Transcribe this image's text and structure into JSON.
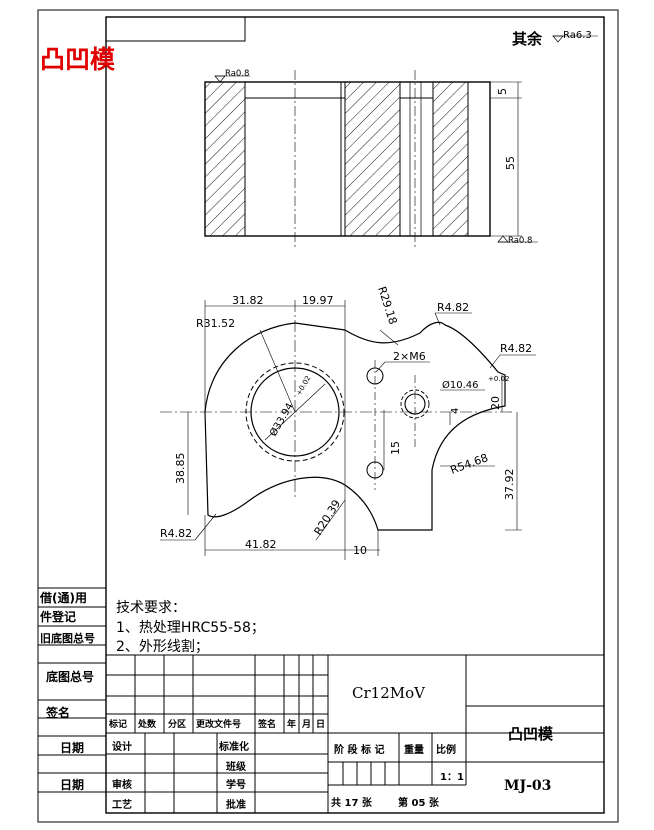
{
  "title_red": "凸凹模",
  "surface_finish": {
    "label": "其余",
    "top_right": "Ra6.3",
    "top_left": "Ra0.8",
    "bottom": "Ra0.8"
  },
  "section_view": {
    "dim_5": "5",
    "dim_55": "55"
  },
  "plan_view": {
    "dim_31_82": "31.82",
    "dim_19_97": "19.97",
    "r29_18": "R29.18",
    "r4_82_top": "R4.82",
    "r31_52": "R31.52",
    "holes_2xm6": "2×M6",
    "r4_82_right": "R4.82",
    "dia_10_46": "Ø10.46",
    "tol_small": "+0.02",
    "dim_20": "20",
    "dia_33_94": "Ø33.94",
    "tol_dia": "+0.02",
    "dim_4": "4",
    "dim_15": "15",
    "dim_38_85": "38.85",
    "r54_68": "R54.68",
    "dim_37_92": "37.92",
    "r4_82_left": "R4.82",
    "r20_39": "R20.39",
    "dim_41_82": "41.82",
    "dim_10": "10"
  },
  "left_column": {
    "borrow": "借(通)用",
    "register": "件登记",
    "old_drawing": "旧底图总号",
    "base_drawing": "底图总号",
    "sign": "签名",
    "date1": "日期",
    "date2": "日期"
  },
  "tech_requirements": {
    "heading": "技术要求：",
    "item1": "1、热处理HRC55-58；",
    "item2": "2、外形线割；"
  },
  "title_block": {
    "material": "Cr12MoV",
    "part_name": "凸凹模",
    "drawing_no": "MJ-03",
    "header_cells": [
      "标记",
      "处数",
      "分区",
      "更改文件号",
      "签名",
      "年",
      "月",
      "日"
    ],
    "design": "设计",
    "standardize": "标准化",
    "check": "审核",
    "process": "工艺",
    "class": "班级",
    "number": "学号",
    "approve": "批准",
    "stage_mark": "阶 段 标 记",
    "weight": "重量",
    "scale_label": "比例",
    "scale": "1：1",
    "sheets_total": "共 17 张",
    "sheet_no": "第 05 张"
  }
}
